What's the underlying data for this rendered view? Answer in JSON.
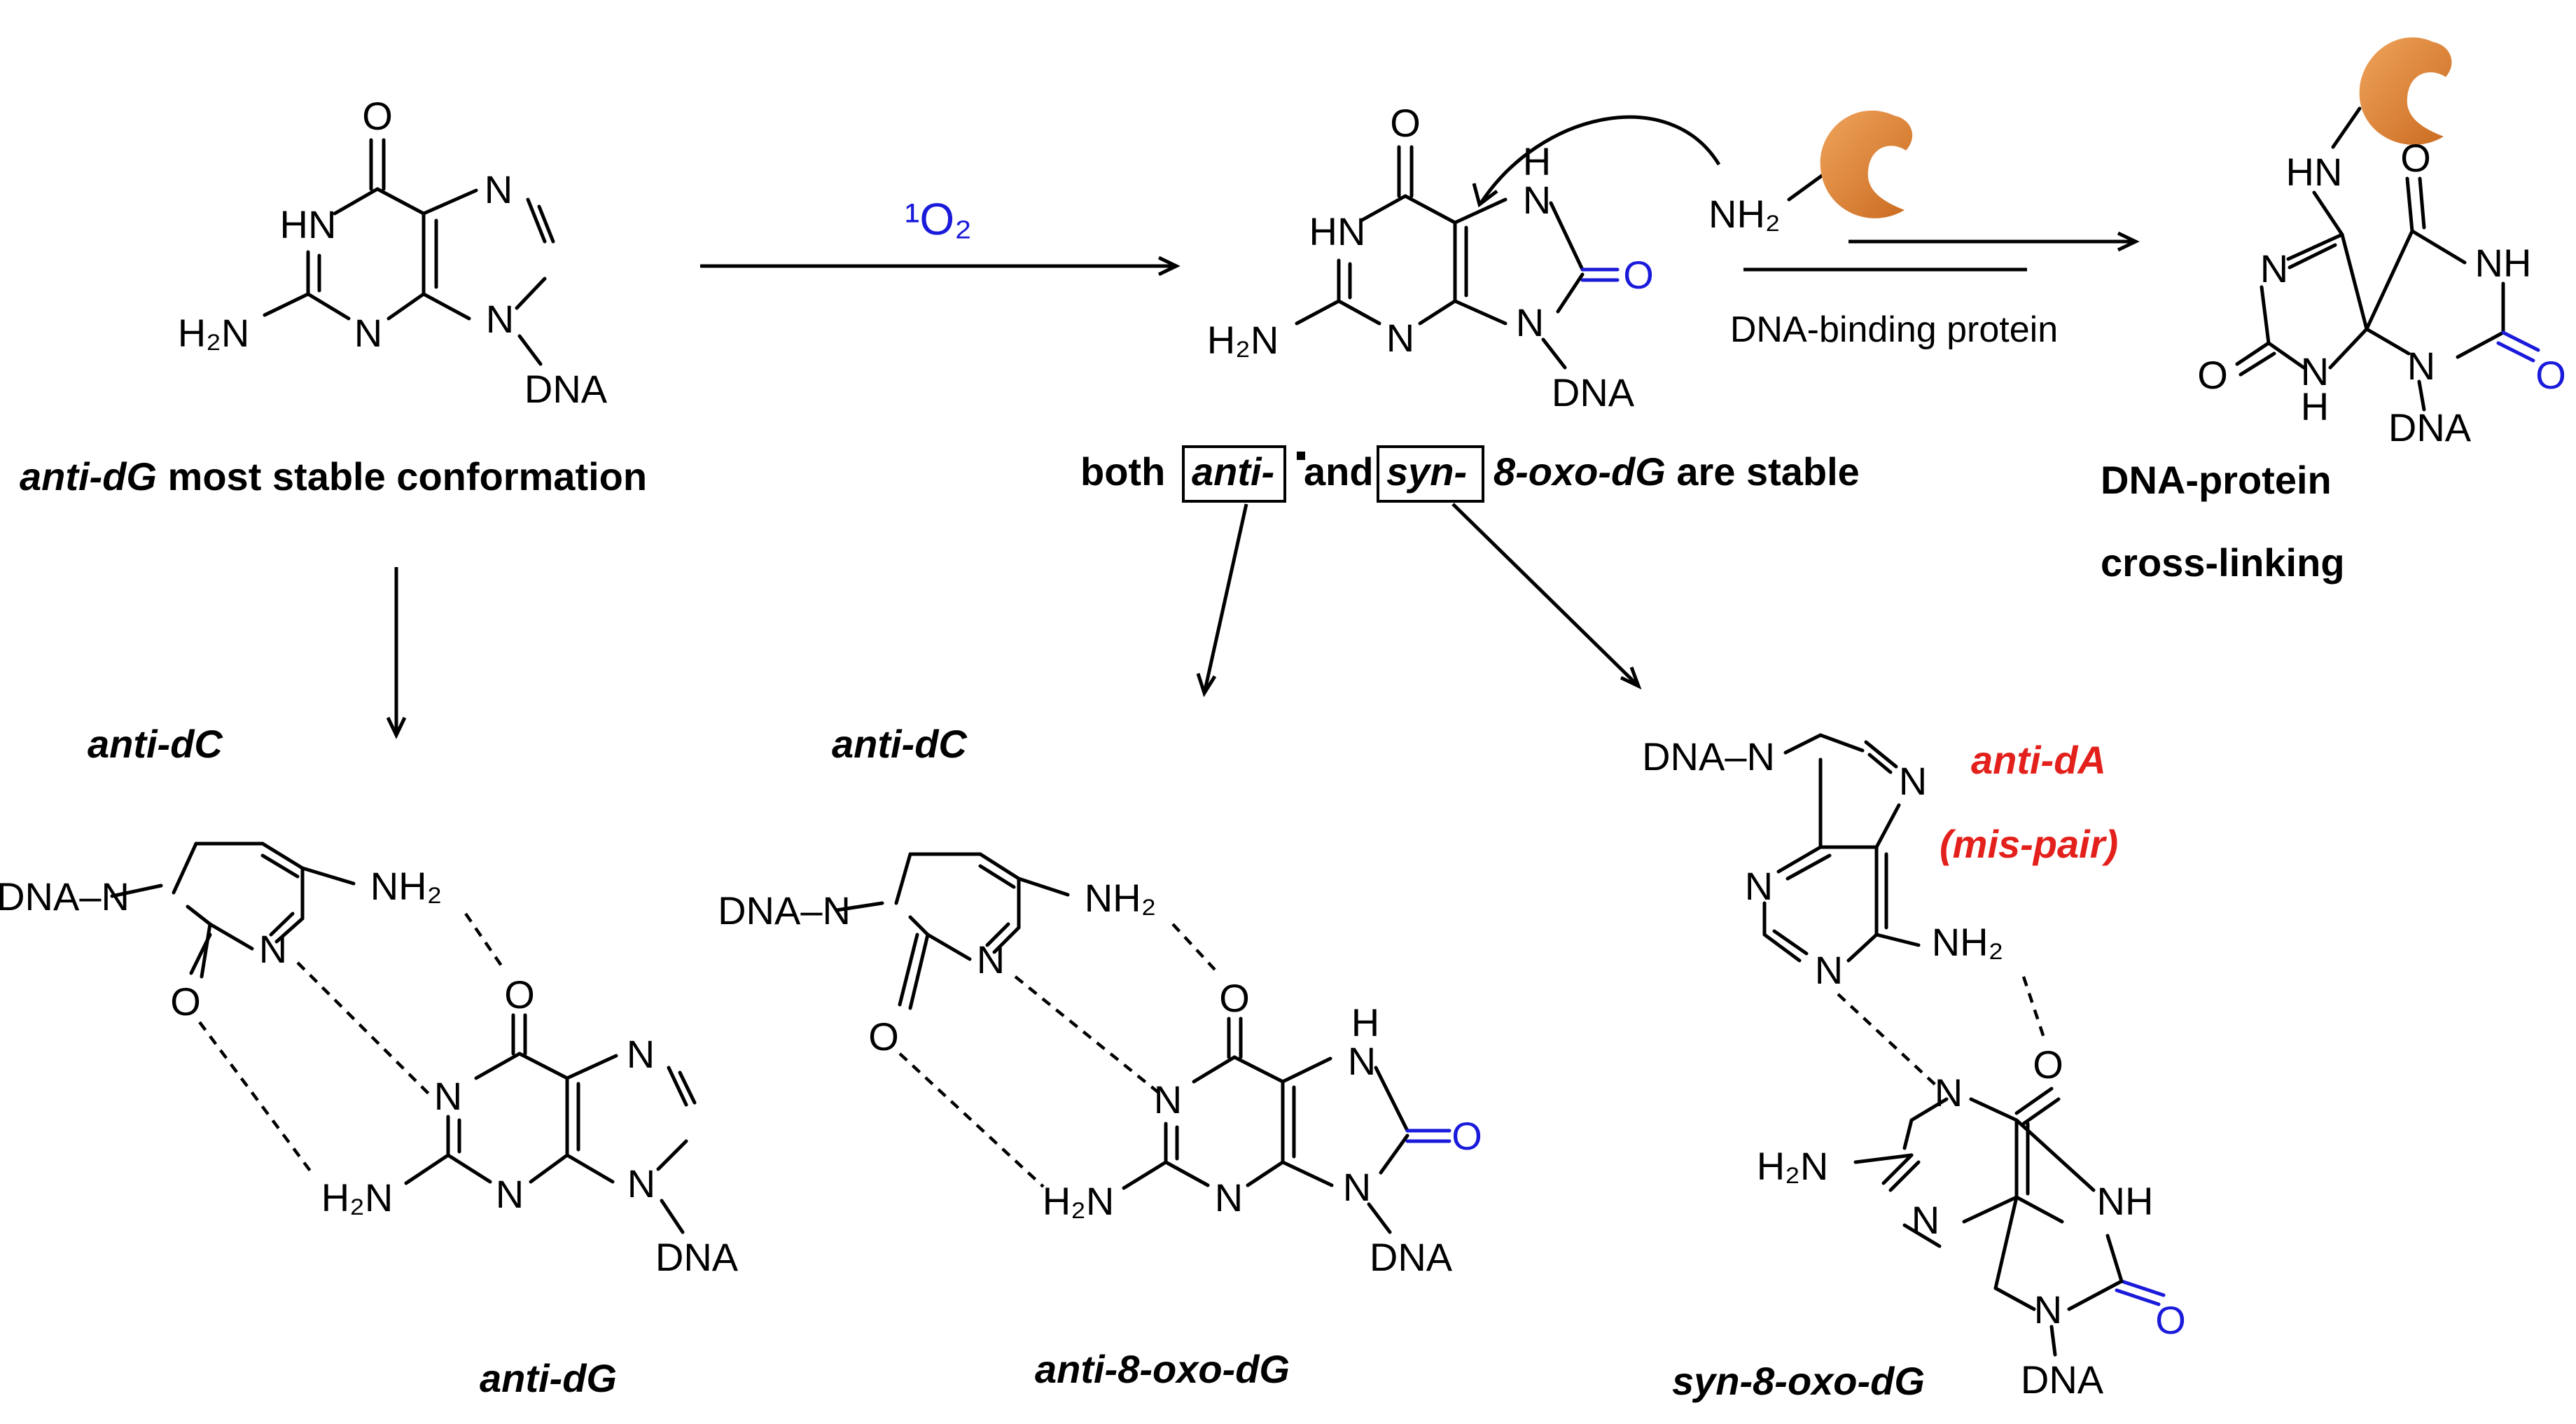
{
  "atoms": {
    "O": "O",
    "N": "N",
    "HN": "HN",
    "NH": "NH",
    "H": "H",
    "H2N": "H₂N",
    "NH2": "NH₂",
    "DNA": "DNA",
    "DNA_N": "DNA–N",
    "NH2_arm": "NH₂"
  },
  "reagents": {
    "singlet_oxygen": "¹O₂",
    "protein": "DNA-binding protein"
  },
  "captions": {
    "anti_dG_top": "anti-dG",
    "anti_dG_top_rest": " most stable conformation",
    "both": "both ",
    "anti_box": "anti-",
    "and": "and ",
    "syn_box": "syn-",
    "oxo_stable_i": "8-oxo-dG",
    "oxo_stable_rest": " are stable",
    "crosslink_1": "DNA-protein",
    "crosslink_2": "cross-linking",
    "anti_dC_left": "anti-dC",
    "anti_dC_mid": "anti-dC",
    "anti_dA": "anti-dA",
    "mis_pair": "(mis-pair)",
    "anti_dG_bottom": "anti-dG",
    "anti_8oxo_bottom": "anti-8-oxo-dG",
    "syn_8oxo_bottom": "syn-8-oxo-dG"
  },
  "colors": {
    "oxo_highlight": "#1a1adb",
    "mispair_label": "#e3201b",
    "protein_shape": "#e2873a"
  }
}
